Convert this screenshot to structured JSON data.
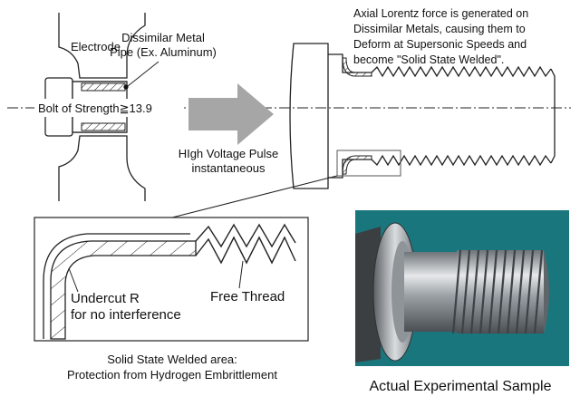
{
  "labels": {
    "electrode": "Electrode",
    "pipe_line1": "Dissimilar Metal",
    "pipe_line2": "Pipe (Ex. Aluminum)",
    "bolt_prefix": "Bolt of Strength",
    "bolt_symbol": "≧",
    "bolt_value": "13.9",
    "pulse_line1": "HIgh Voltage Pulse",
    "pulse_line2": "instantaneous",
    "note_line1": "Axial Lorentz force is generated on",
    "note_line2": "Dissimilar Metals, causing them to",
    "note_line3": "Deform at Supersonic Speeds and",
    "note_line4": "become \"Solid State Welded\".",
    "undercut_line1": "Undercut R",
    "undercut_line2": "for no interference",
    "free_thread": "Free Thread",
    "caption_line1": "Solid State Welded area:",
    "caption_line2": "Protection from Hydrogen Embrittlement",
    "photo_caption": "Actual Experimental Sample"
  },
  "colors": {
    "arrow": "#a6a6a6",
    "line": "#222222",
    "photo_bg": "#1e7f86",
    "metal": "#b8bcc0"
  }
}
